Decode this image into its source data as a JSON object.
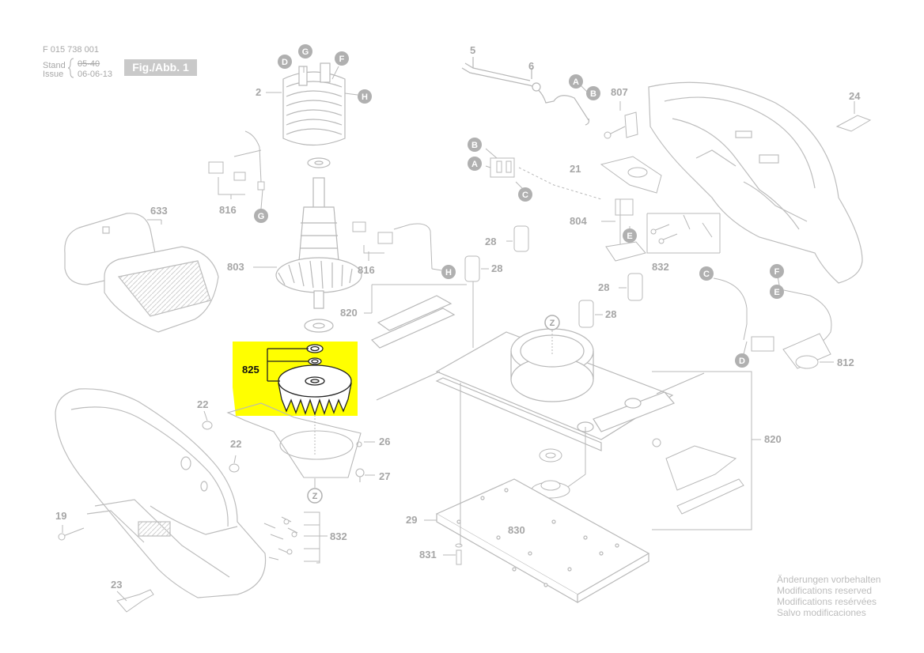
{
  "header": {
    "doc_number": "F 015 738 001",
    "stand_label": "Stand",
    "stand_value": "05-40",
    "issue_label": "Issue",
    "issue_value": "06-06-13",
    "figure_label": "Fig./Abb. 1"
  },
  "notes": [
    "Änderungen vorbehalten",
    "Modifications reserved",
    "Modifications resérvées",
    "Salvo modificaciones"
  ],
  "part_numbers": {
    "p2": "2",
    "p5": "5",
    "p6": "6",
    "p19": "19",
    "p21": "21",
    "p22a": "22",
    "p22b": "22",
    "p23": "23",
    "p24": "24",
    "p26": "26",
    "p27": "27",
    "p28a": "28",
    "p28b": "28",
    "p28c": "28",
    "p28d": "28",
    "p29": "29",
    "p633": "633",
    "p803": "803",
    "p804": "804",
    "p807": "807",
    "p812": "812",
    "p816a": "816",
    "p816b": "816",
    "p820a": "820",
    "p820b": "820",
    "p825": "825",
    "p830": "830",
    "p831": "831",
    "p832a": "832",
    "p832b": "832"
  },
  "callouts": {
    "D1": "D",
    "G1": "G",
    "F1": "F",
    "H1": "H",
    "G2": "G",
    "H2": "H",
    "A1": "A",
    "B1": "B",
    "B2": "B",
    "A2": "A",
    "C1": "C",
    "E1": "E",
    "Z1": "Z",
    "Z2": "Z",
    "C2": "C",
    "F2": "F",
    "E2": "E",
    "D2": "D"
  },
  "colors": {
    "highlight": "#ffff00",
    "line": "#b5b5b5",
    "callout_fill": "#b0b0b0",
    "label": "#a6a6a6",
    "highlight_label": "#111111"
  }
}
